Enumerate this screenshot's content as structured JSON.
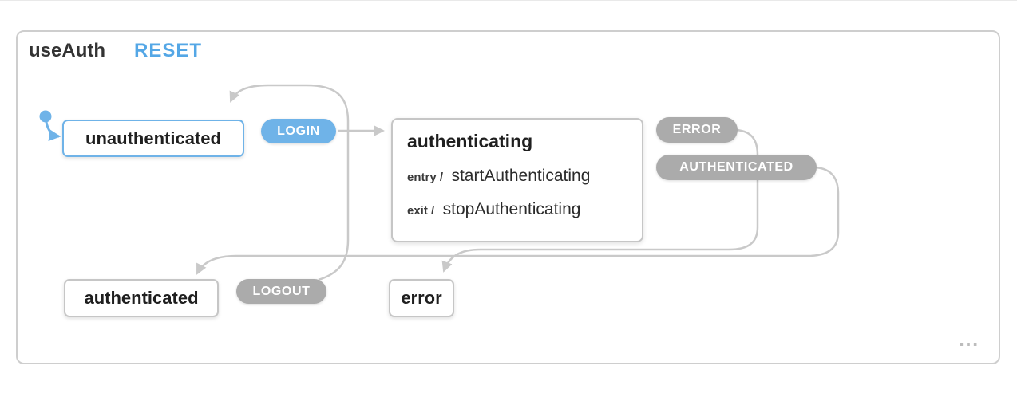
{
  "header": {
    "machine_name": "useAuth",
    "reset_label": "RESET"
  },
  "states": {
    "unauthenticated": {
      "label": "unauthenticated",
      "active": true
    },
    "authenticating": {
      "label": "authenticating",
      "entry_prefix": "entry /",
      "entry_action": "startAuthenticating",
      "exit_prefix": "exit /",
      "exit_action": "stopAuthenticating"
    },
    "authenticated": {
      "label": "authenticated"
    },
    "error": {
      "label": "error"
    }
  },
  "events": {
    "login": {
      "label": "LOGIN",
      "active": true
    },
    "error": {
      "label": "ERROR"
    },
    "authenticated": {
      "label": "AUTHENTICATED"
    },
    "logout": {
      "label": "LOGOUT"
    }
  },
  "footer": {
    "overflow_indicator": "⋯"
  },
  "colors": {
    "active_blue": "#6fb3e8",
    "inactive_gray": "#ababab",
    "border_gray": "#c6c6c6",
    "arrow_gray": "#c9c9c9",
    "text_dark": "#1f1f1f",
    "reset_blue": "#54a7e6",
    "frame_border": "#cecece"
  }
}
